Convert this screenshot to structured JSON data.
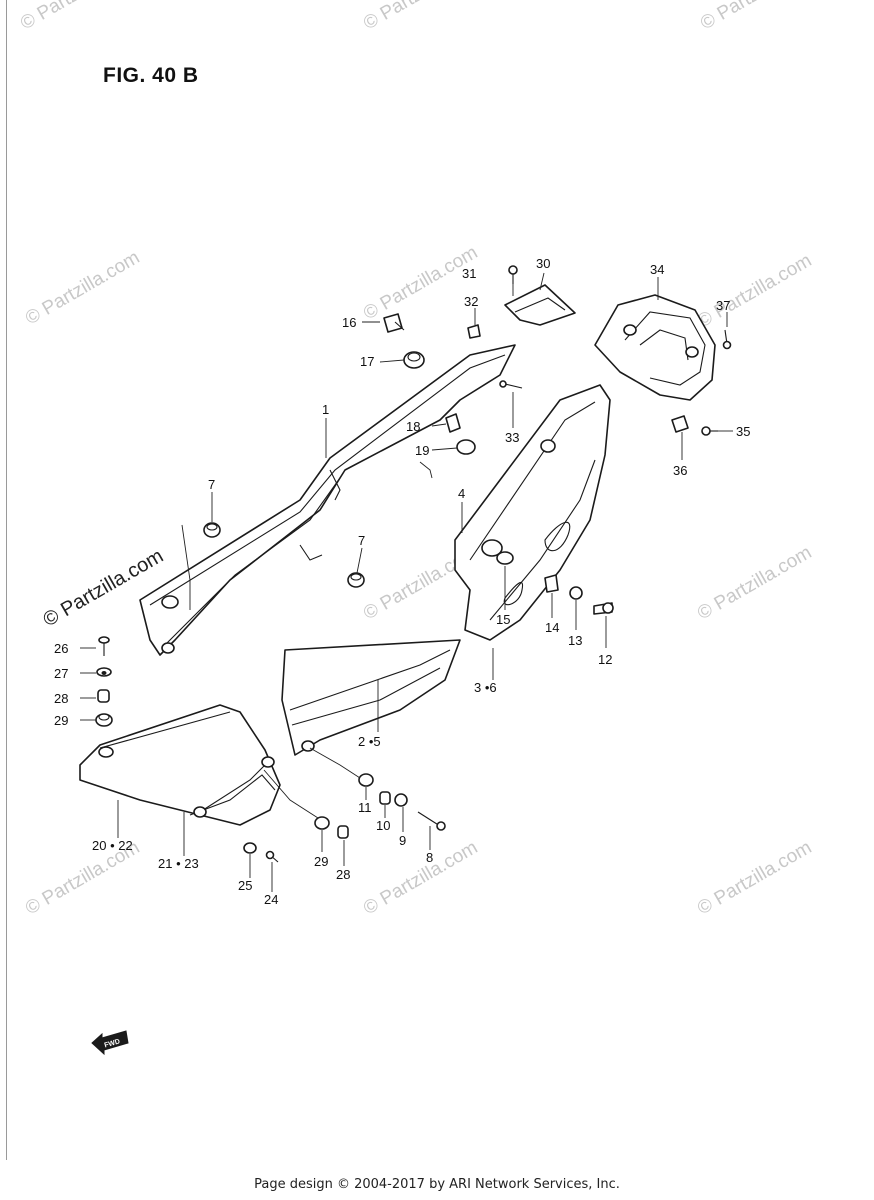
{
  "figure": {
    "title": "FIG. 40 B"
  },
  "footer": {
    "text": "Page design © 2004-2017 by ARI Network Services, Inc."
  },
  "watermark": {
    "text": "© Partzilla.com",
    "color": "#c8c8c8"
  },
  "fwd_label": "FWD",
  "callouts": [
    {
      "id": "c1",
      "text": "1"
    },
    {
      "id": "c2",
      "text": "2 •5"
    },
    {
      "id": "c3",
      "text": "3 •6"
    },
    {
      "id": "c4",
      "text": "4"
    },
    {
      "id": "c7a",
      "text": "7"
    },
    {
      "id": "c7b",
      "text": "7"
    },
    {
      "id": "c8",
      "text": "8"
    },
    {
      "id": "c9",
      "text": "9"
    },
    {
      "id": "c10",
      "text": "10"
    },
    {
      "id": "c11",
      "text": "11"
    },
    {
      "id": "c12",
      "text": "12"
    },
    {
      "id": "c13",
      "text": "13"
    },
    {
      "id": "c14",
      "text": "14"
    },
    {
      "id": "c15",
      "text": "15"
    },
    {
      "id": "c16",
      "text": "16"
    },
    {
      "id": "c17",
      "text": "17"
    },
    {
      "id": "c18",
      "text": "18"
    },
    {
      "id": "c19",
      "text": "19"
    },
    {
      "id": "c20",
      "text": "20 • 22"
    },
    {
      "id": "c21",
      "text": "21 • 23"
    },
    {
      "id": "c24",
      "text": "24"
    },
    {
      "id": "c25",
      "text": "25"
    },
    {
      "id": "c26",
      "text": "26"
    },
    {
      "id": "c27",
      "text": "27"
    },
    {
      "id": "c28a",
      "text": "28"
    },
    {
      "id": "c28b",
      "text": "28"
    },
    {
      "id": "c29a",
      "text": "29"
    },
    {
      "id": "c29b",
      "text": "29"
    },
    {
      "id": "c30",
      "text": "30"
    },
    {
      "id": "c31",
      "text": "31"
    },
    {
      "id": "c32",
      "text": "32"
    },
    {
      "id": "c33",
      "text": "33"
    },
    {
      "id": "c34",
      "text": "34"
    },
    {
      "id": "c35",
      "text": "35"
    },
    {
      "id": "c36",
      "text": "36"
    },
    {
      "id": "c37",
      "text": "37"
    }
  ]
}
